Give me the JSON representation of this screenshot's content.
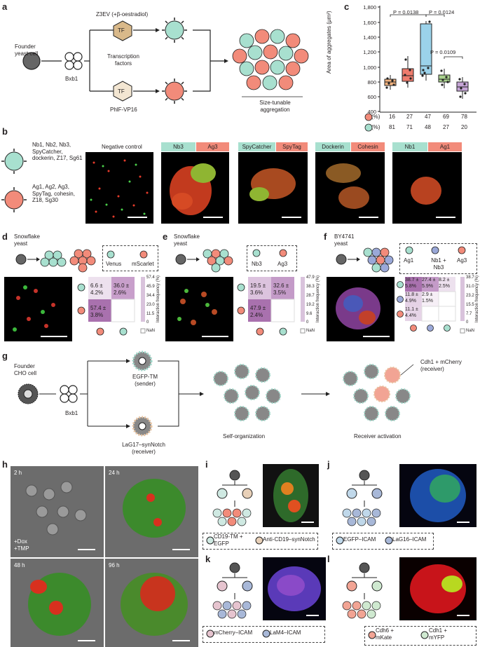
{
  "panels": {
    "a": {
      "label": "a",
      "founder": "Founder yeast cell",
      "bxb1": "Bxb1",
      "tf": "TF",
      "top_tf": "Z3EV (+β-oestradiol)",
      "bottom_tf": "PhlF-VP16",
      "middle": "Transcription factors",
      "result": "Size-tunable aggregation"
    },
    "b": {
      "label": "b",
      "group1": "Nb1, Nb2, Nb3, SpyCatcher, dockerin, Z17, Sg61",
      "group2": "Ag1, Ag2, Ag3, SpyTag, cohesin, Z18, Sg30",
      "images": [
        {
          "title": "Negative control"
        },
        {
          "left": "Nb3",
          "right": "Ag3"
        },
        {
          "left": "SpyCatcher",
          "right": "SpyTag"
        },
        {
          "left": "Dockerin",
          "right": "Cohesin"
        },
        {
          "left": "Nb1",
          "right": "Ag1"
        }
      ]
    },
    "c": {
      "label": "c",
      "ylabel": "Area of aggregates (μm²)",
      "p_values": [
        "P = 0.0138",
        "P = 0.0124",
        "P = 0.0109"
      ],
      "row1": [
        "16",
        "27",
        "47",
        "69",
        "78"
      ],
      "row2": [
        "81",
        "71",
        "48",
        "27",
        "20"
      ],
      "pct": "(%)",
      "colors": {
        "orange": "#f2b27e",
        "red": "#ee7b6c",
        "blue": "#9bd2ea",
        "green": "#a9d18e",
        "purple": "#c6a5d7"
      }
    },
    "d": {
      "label": "d",
      "title": "Snowflake yeast",
      "legend": [
        "Venus",
        "mScarlet"
      ],
      "cells": [
        "6.6 ± 4.2%",
        "36.0 ± 2.6%",
        "57.4 ± 3.8%"
      ],
      "scale": [
        "57.4",
        "45.9",
        "34.4",
        "23.0",
        "11.5",
        "0"
      ],
      "cbar_label": "Interaction frequency (%)",
      "nan": "NaN"
    },
    "e": {
      "label": "e",
      "title": "Snowflake yeast",
      "legend": [
        "Nb3",
        "Ag3"
      ],
      "cells": [
        "19.5 ± 3.6%",
        "32.6 ± 3.5%",
        "47.9 ± 2.4%"
      ],
      "scale": [
        "47.9",
        "38.3",
        "28.7",
        "19.2",
        "9.6",
        "0"
      ],
      "cbar_label": "Interaction frequency (%)",
      "nan": "NaN"
    },
    "f": {
      "label": "f",
      "title": "BY4741 yeast",
      "legend": [
        "Ag1",
        "Nb1 + Nb3",
        "Ag3"
      ],
      "cells": [
        "38.7 ± 5.8%",
        "27.4 ± 5.9%",
        "8.2 ± 2.5%",
        "11.8 ± 4.9%",
        "2.9 ± 1.5%",
        "11.1 ± 4.4%"
      ],
      "scale": [
        "38.7",
        "31.0",
        "23.2",
        "15.5",
        "7.7",
        "0"
      ],
      "cbar_label": "Interaction frequency (%)",
      "nan": "NaN"
    },
    "g": {
      "label": "g",
      "founder": "Founder CHO cell",
      "bxb1": "Bxb1",
      "sender": "EGFP-TM (sender)",
      "receiver": "LaG17–synNotch (receiver)",
      "self_org": "Self-organization",
      "activation": "Receiver activation",
      "readout": "Cdh1 + mCherry (receiver)"
    },
    "h": {
      "label": "h",
      "times": [
        "2 h",
        "24 h",
        "48 h",
        "96 h"
      ],
      "treatment": "+Dox +TMP"
    },
    "i": {
      "label": "i",
      "legend": [
        "CD19-TM + EGFP",
        "Anti-CD19–synNotch"
      ]
    },
    "j": {
      "label": "j",
      "legend": [
        "EGFP–ICAM",
        "LaG16–ICAM"
      ]
    },
    "k": {
      "label": "k",
      "legend": [
        "mCherry–ICAM",
        "LaM4–ICAM"
      ]
    },
    "l": {
      "label": "l",
      "legend": [
        "Cdh6 + mKate",
        "Cdh1 + mYFP"
      ]
    }
  }
}
